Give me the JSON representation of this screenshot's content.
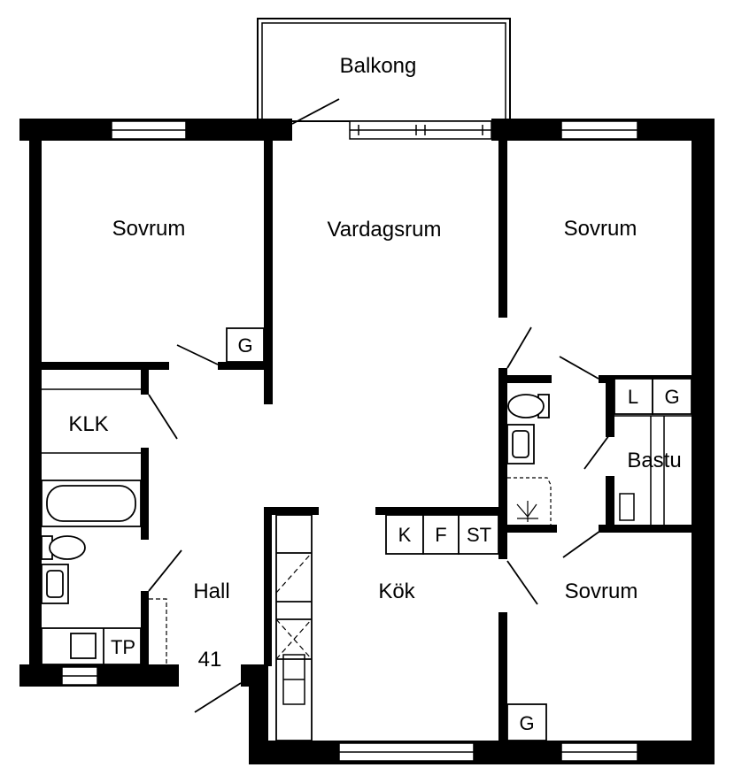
{
  "rooms": {
    "balcony": "Balkong",
    "living_room": "Vardagsrum",
    "bedroom_left": "Sovrum",
    "bedroom_right": "Sovrum",
    "bedroom_lower": "Sovrum",
    "klk": "KLK",
    "sauna": "Bastu",
    "hall": "Hall",
    "kitchen": "Kök"
  },
  "cabinets": {
    "wardrobe_left": "G",
    "wardrobe_right": "G",
    "wardrobe_lower": "G",
    "linen": "L",
    "kitchen_k": "K",
    "kitchen_f": "F",
    "kitchen_st": "ST",
    "bath_tp": "TP"
  },
  "apartment_number": "41"
}
